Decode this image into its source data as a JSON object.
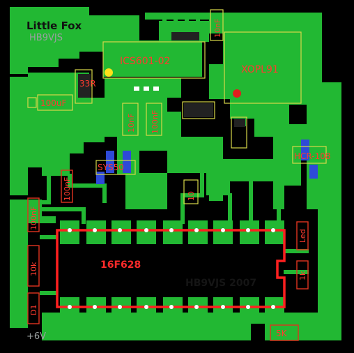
{
  "board": {
    "name": "Little Fox",
    "callsign": "HB9VJS",
    "copyright": "HB9VJS 2007",
    "supply": "+6V"
  },
  "components": {
    "mcu": "16F628",
    "synth": "ICS601-02",
    "osc": "XOPL91",
    "reg": "HCR-108",
    "buzzer": "SYS50",
    "r_33r": "33R",
    "c_100uf": "100uF",
    "c_10nf_top": "10nF",
    "c_10nf_a": "10nF",
    "c_100nf_a": "100nF",
    "c_100nf_left": "100nF",
    "c_100nf_left2": "100nF",
    "c_10_small": "10",
    "r_10k": "10k",
    "d1": "D1",
    "r_1k": "1k",
    "led": "Led",
    "r_5k": "5K"
  },
  "colors": {
    "board": "#000000",
    "copper": "#22b833",
    "silkscreen": "#d8d84a",
    "chip_outline": "#ff2020",
    "labels": "#ff3b2f"
  }
}
